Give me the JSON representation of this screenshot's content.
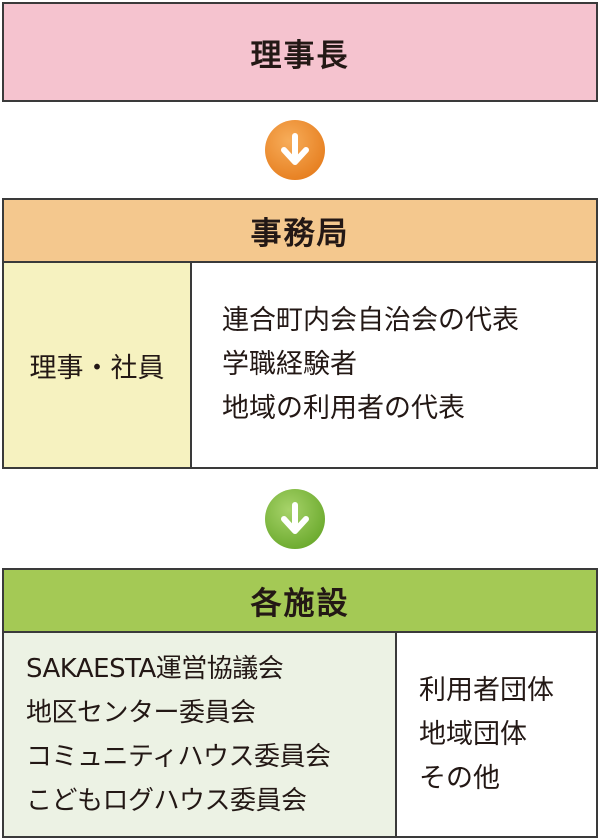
{
  "top": {
    "label": "理事長"
  },
  "office": {
    "header": "事務局",
    "left_label": "理事・社員",
    "members": [
      "連合町内会自治会の代表",
      "学職経験者",
      "地域の利用者の代表"
    ]
  },
  "facilities": {
    "header": "各施設",
    "committees": [
      "SAKAESTA運営協議会",
      "地区センター委員会",
      "コミュニティハウス委員会",
      "こどもログハウス委員会"
    ],
    "groups": [
      "利用者団体",
      "地域団体",
      "その他"
    ]
  },
  "colors": {
    "top_bg": "#f5c3cf",
    "office_header_bg": "#f4c88e",
    "office_left_bg": "#f6f2c0",
    "facilities_header_bg": "#a4c955",
    "facilities_left_bg": "#ecf2e4",
    "arrow_orange": "#ee8a2a",
    "arrow_green": "#7fb83a"
  },
  "icons": {
    "arrow1": "arrow-down-circle-icon",
    "arrow2": "arrow-down-circle-icon"
  }
}
